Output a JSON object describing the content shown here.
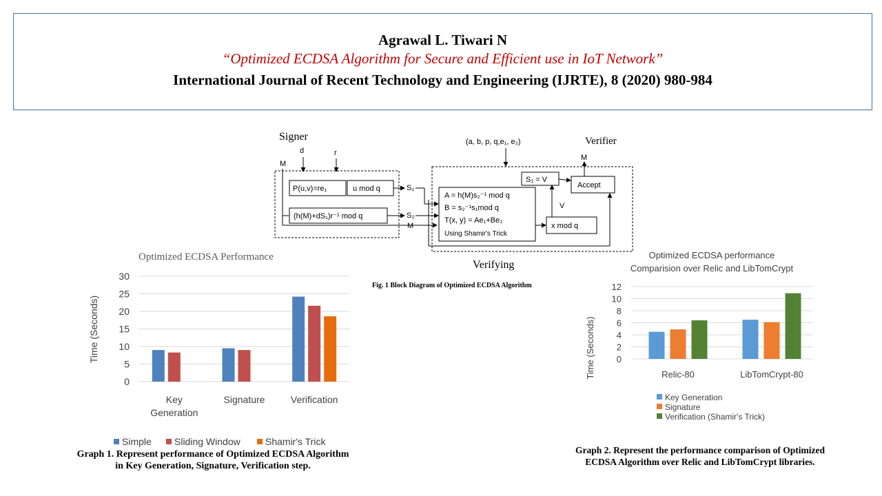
{
  "header": {
    "authors": "Agrawal L. Tiwari N",
    "title": "“Optimized ECDSA Algorithm for Secure and Efficient use in IoT Network”",
    "journal": "International Journal of Recent Technology and Engineering (IJRTE), 8 (2020) 980-984"
  },
  "diagram": {
    "signer_label": "Signer",
    "verifier_label": "Verifier",
    "verifying_label": "Verifying",
    "params_label": "(a, b, p, q,e₁, e₂)",
    "input_d": "d",
    "input_r": "r",
    "input_m": "M",
    "box_p": "P(u,v)=re₁",
    "box_u": "u mod q",
    "box_h": "(h(M)+dS₁)r⁻¹ mod q",
    "arrow_s1": "S₁",
    "arrow_s2": "S₂",
    "arrow_m": "M",
    "compute_a": "A = h(M)s₂⁻¹ mod q",
    "compute_b": "B = s₂⁻¹s₁mod q",
    "compute_t": "T(x, y) = Ae₁+Be₂",
    "compute_shamir": "Using Shamir's Trick",
    "box_x": "x mod q",
    "box_s1v": "S₁ = V",
    "box_accept": "Accept",
    "label_v": "V",
    "output_m": "M",
    "caption": "Fig. 1 Block Diagram of Optimized ECDSA Algorithm"
  },
  "chart_data": [
    {
      "type": "bar",
      "title": "Optimized ECDSA Performance",
      "categories": [
        "Key Generation",
        "Signature",
        "Verification"
      ],
      "category_lines": [
        [
          "Key",
          "Generation"
        ],
        [
          "Signature"
        ],
        [
          "Verification"
        ]
      ],
      "series": [
        {
          "name": "Simple",
          "values": [
            9.0,
            9.5,
            24.2
          ],
          "color": "#4f81bd"
        },
        {
          "name": "Sliding Window",
          "values": [
            8.3,
            9.0,
            21.6
          ],
          "color": "#c0504d"
        },
        {
          "name": "Shamir's Trick",
          "values": [
            null,
            null,
            18.6
          ],
          "color": "#e46c0a"
        }
      ],
      "ylabel": "Time (Seconds)",
      "ylim": [
        0,
        30
      ],
      "yticks": [
        "0",
        "5",
        "10",
        "15",
        "20",
        "25",
        "30"
      ],
      "grid": true,
      "legend": "bottom",
      "caption": "Graph 1. Represent performance of Optimized ECDSA Algorithm in Key Generation, Signature, Verification step."
    },
    {
      "type": "bar",
      "title": "Optimized ECDSA performance",
      "subtitle": "Comparision over Relic and LibTomCrypt",
      "categories": [
        "Relic-80",
        "LibTomCrypt-80"
      ],
      "series": [
        {
          "name": "Key Generation",
          "values": [
            4.5,
            6.5
          ],
          "color": "#5b9bd5"
        },
        {
          "name": "Signature",
          "values": [
            4.9,
            6.1
          ],
          "color": "#ed7d31"
        },
        {
          "name": "Verification (Shamir's Trick)",
          "values": [
            6.4,
            10.9
          ],
          "color": "#548235"
        }
      ],
      "ylabel": "Time (Seconds)",
      "ylim": [
        0,
        12
      ],
      "yticks": [
        "0",
        "2",
        "4",
        "6",
        "8",
        "10",
        "12"
      ],
      "grid": true,
      "legend": "bottom",
      "caption": "Graph 2. Represent the performance comparison of Optimized ECDSA Algorithm over Relic and LibTomCrypt libraries."
    }
  ]
}
